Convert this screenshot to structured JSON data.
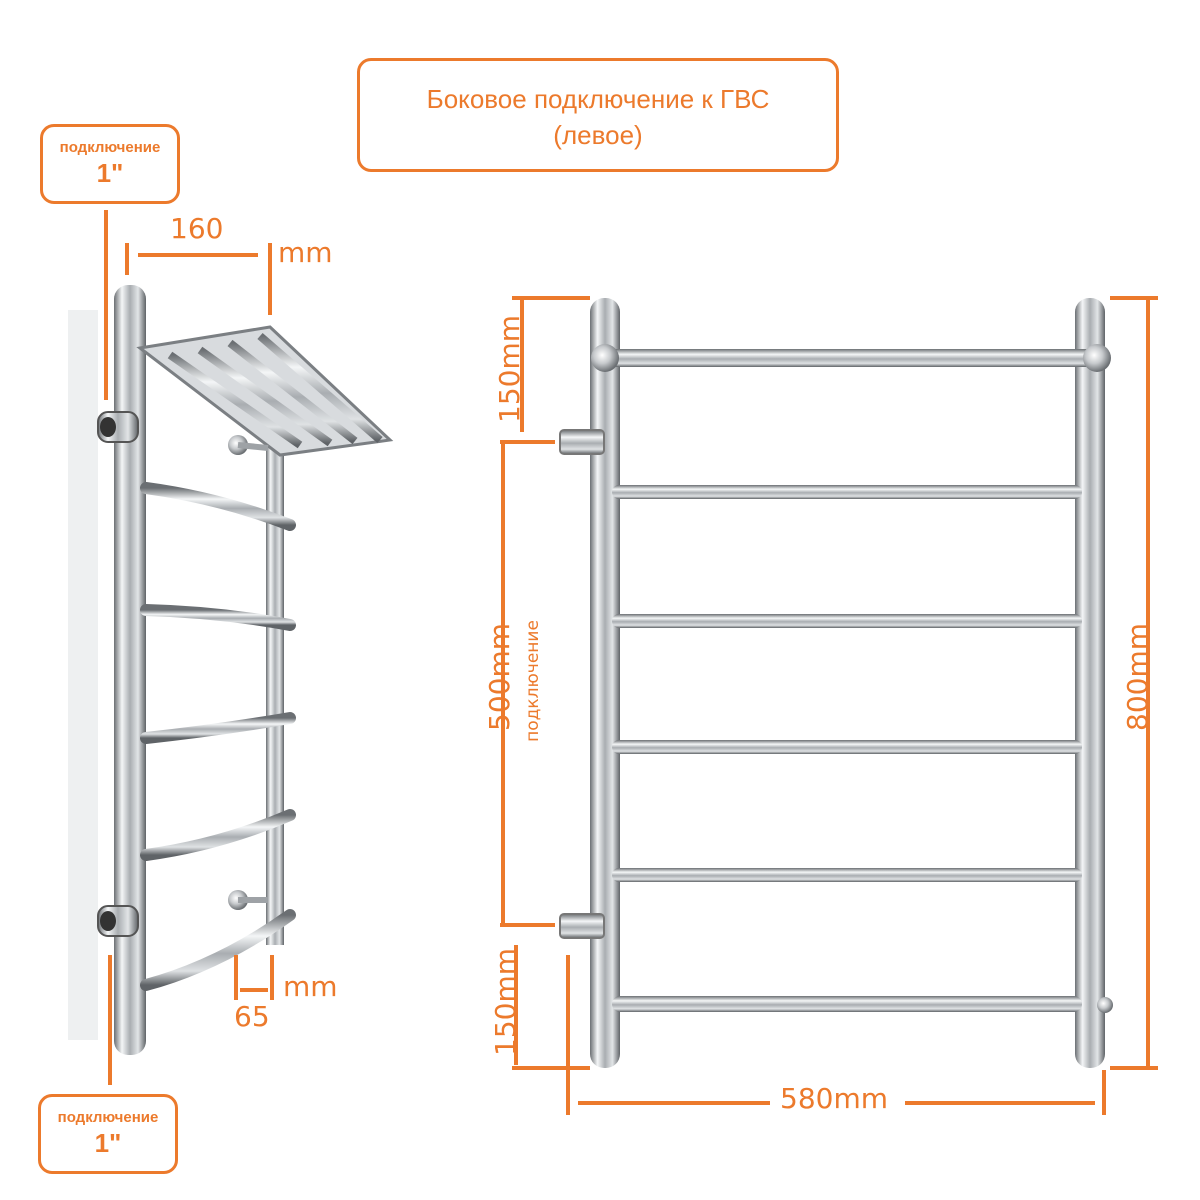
{
  "title": {
    "line1": "Боковое подключение к ГВС",
    "line2": "(левое)"
  },
  "top_connection": {
    "label": "подключение",
    "size": "1\""
  },
  "bottom_connection": {
    "label": "подключение",
    "size": "1\""
  },
  "side_view": {
    "depth_value": "160",
    "depth_unit": "mm",
    "offset_value": "65",
    "offset_unit": "mm"
  },
  "front_view": {
    "top_offset": "150mm",
    "connection_distance": "500mm",
    "connection_label": "подключение",
    "bottom_offset": "150mm",
    "height": "800mm",
    "width": "580mm"
  },
  "colors": {
    "accent": "#ec7a2c",
    "steel": "#b8bcc0"
  }
}
